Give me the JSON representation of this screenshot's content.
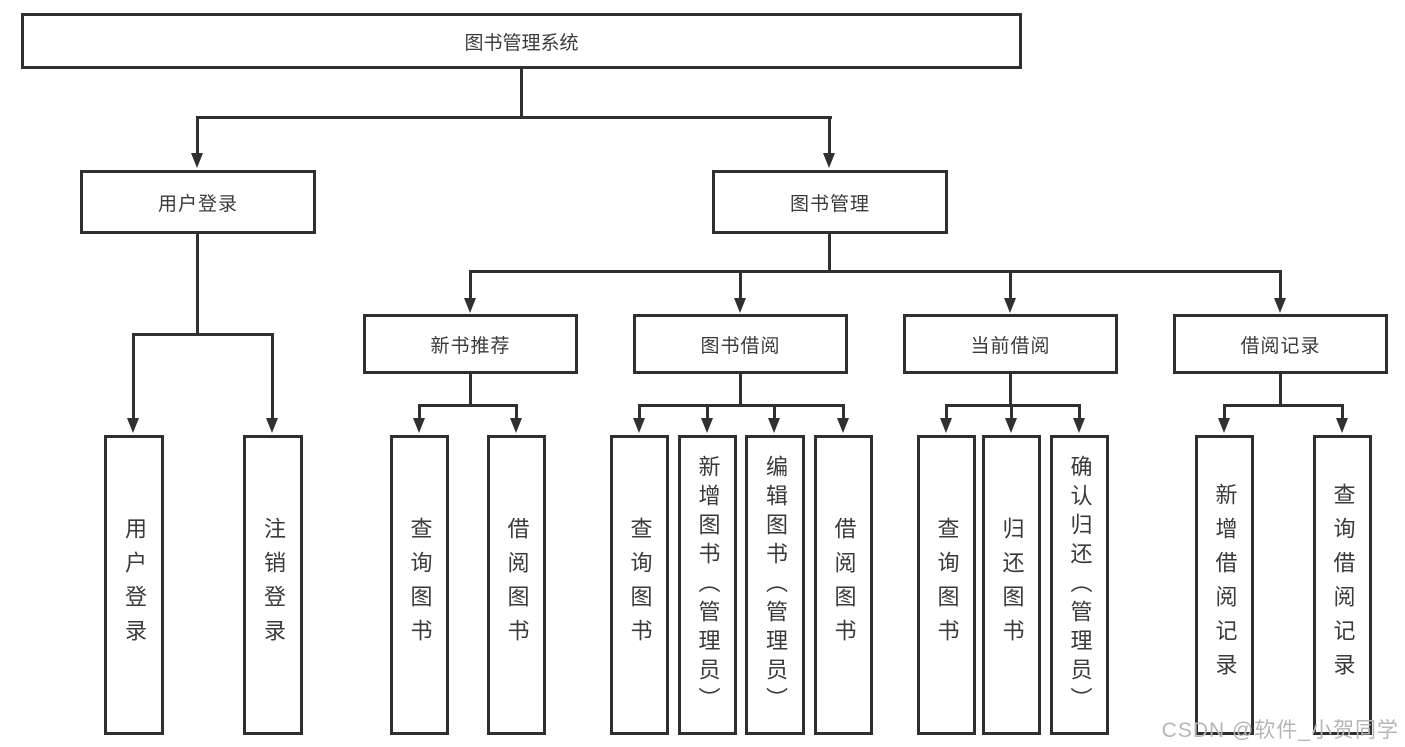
{
  "nodes": {
    "root": "图书管理系统",
    "user_login": "用户登录",
    "book_mgmt": "图书管理",
    "new_book_rec": "新书推荐",
    "book_borrow": "图书借阅",
    "current_borrow": "当前借阅",
    "borrow_records": "借阅记录",
    "leaf_user_login": "用户登录",
    "leaf_logout": "注销登录",
    "leaf_query_book_rec": "查询图书",
    "leaf_borrow_book_rec": "借阅图书",
    "leaf_query_book_borrow": "查询图书",
    "leaf_add_book_admin": "新增图书（管理员）",
    "leaf_edit_book_admin": "编辑图书（管理员）",
    "leaf_borrow_book": "借阅图书",
    "leaf_query_book_current": "查询图书",
    "leaf_return_book": "归还图书",
    "leaf_confirm_return_admin": "确认归还（管理员）",
    "leaf_add_borrow_record": "新增借阅记录",
    "leaf_query_borrow_record": "查询借阅记录"
  },
  "watermark": "CSDN @软件_小贺同学",
  "colors": {
    "line": "#303030",
    "border": "#2f2f2f",
    "text": "#3a3a3a",
    "background": "#ffffff",
    "watermark": "#b6b6ba"
  }
}
